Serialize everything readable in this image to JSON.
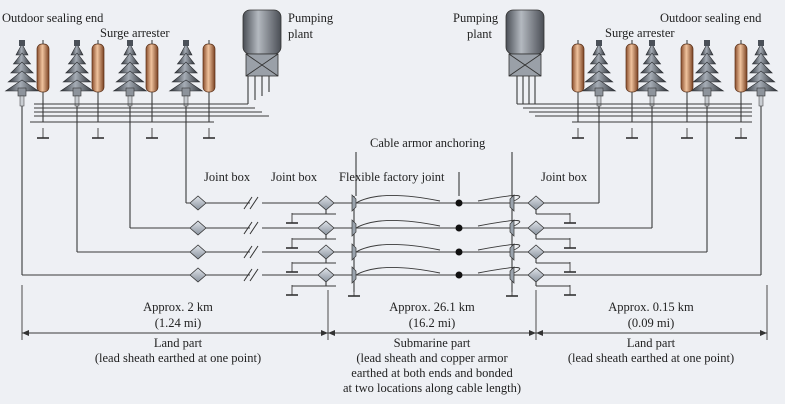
{
  "labels": {
    "outdoor_sealing_end_left": "Outdoor sealing end",
    "surge_arrester_left": "Surge arrester",
    "pumping_plant_left": [
      "Pumping",
      "plant"
    ],
    "pumping_plant_right": [
      "Pumping",
      "plant"
    ],
    "outdoor_sealing_end_right": "Outdoor sealing end",
    "surge_arrester_right": "Surge arrester",
    "cable_armor_anchoring": "Cable armor anchoring",
    "joint_box_1": "Joint box",
    "joint_box_2": "Joint box",
    "flexible_factory_joint": "Flexible factory joint",
    "joint_box_3": "Joint box"
  },
  "sections": {
    "land_left": {
      "distance": "Approx. 2 km",
      "distance_mi": "(1.24 mi)",
      "title": "Land part",
      "desc": [
        "(lead sheath earthed at one point)"
      ]
    },
    "submarine": {
      "distance": "Approx. 26.1 km",
      "distance_mi": "(16.2 mi)",
      "title": "Submarine part",
      "desc": [
        "(lead sheath and copper armor",
        "earthed at both ends and bonded",
        "at two locations along cable length)"
      ]
    },
    "land_right": {
      "distance": "Approx. 0.15 km",
      "distance_mi": "(0.09 mi)",
      "title": "Land part",
      "desc": [
        "(lead sheath earthed at one point)"
      ]
    }
  },
  "colors": {
    "background": "#eef0f4",
    "arrester": "#c8845a",
    "terminal": "#4a5058",
    "plant": "#6b7078",
    "joint": "#b9c1cc",
    "line": "#3a3a3a"
  }
}
